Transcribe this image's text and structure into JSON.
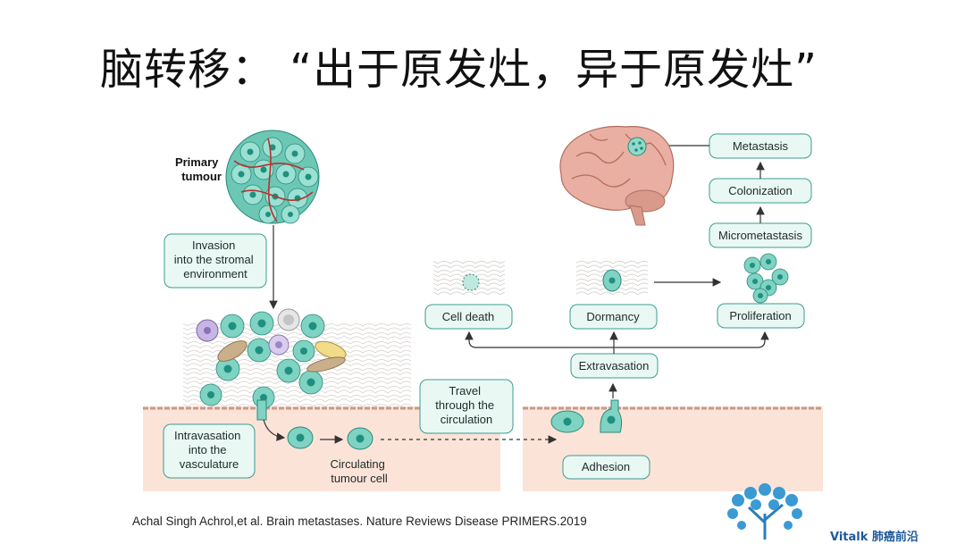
{
  "title": "脑转移：   “出于原发灶，异于原发灶”",
  "labels": {
    "primary_tumour": [
      "Primary",
      "tumour"
    ],
    "invasion": [
      "Invasion",
      "into the stromal",
      "environment"
    ],
    "intravasation": [
      "Intravasation",
      "into the",
      "vasculature"
    ],
    "circulating": [
      "Circulating",
      "tumour cell"
    ],
    "travel": [
      "Travel",
      "through the",
      "circulation"
    ],
    "adhesion": "Adhesion",
    "extravasation": "Extravasation",
    "cell_death": "Cell death",
    "dormancy": "Dormancy",
    "proliferation": "Proliferation",
    "micrometastasis": "Micrometastasis",
    "colonization": "Colonization",
    "metastasis": "Metastasis"
  },
  "citation": "Achal Singh Achrol,et al. Brain metastases. Nature Reviews Disease PRIMERS.2019",
  "brand": "Vitalk 肺癌前沿",
  "colors": {
    "box_fill": "#eaf8f4",
    "box_stroke": "#3a9d8f",
    "cell_fill": "#7fd3c2",
    "nucleus": "#1f8f80",
    "vessel": "#f6d6c8",
    "vessel_edge": "#c99a88",
    "brain": "#e4a99c",
    "arrow": "#333333"
  }
}
